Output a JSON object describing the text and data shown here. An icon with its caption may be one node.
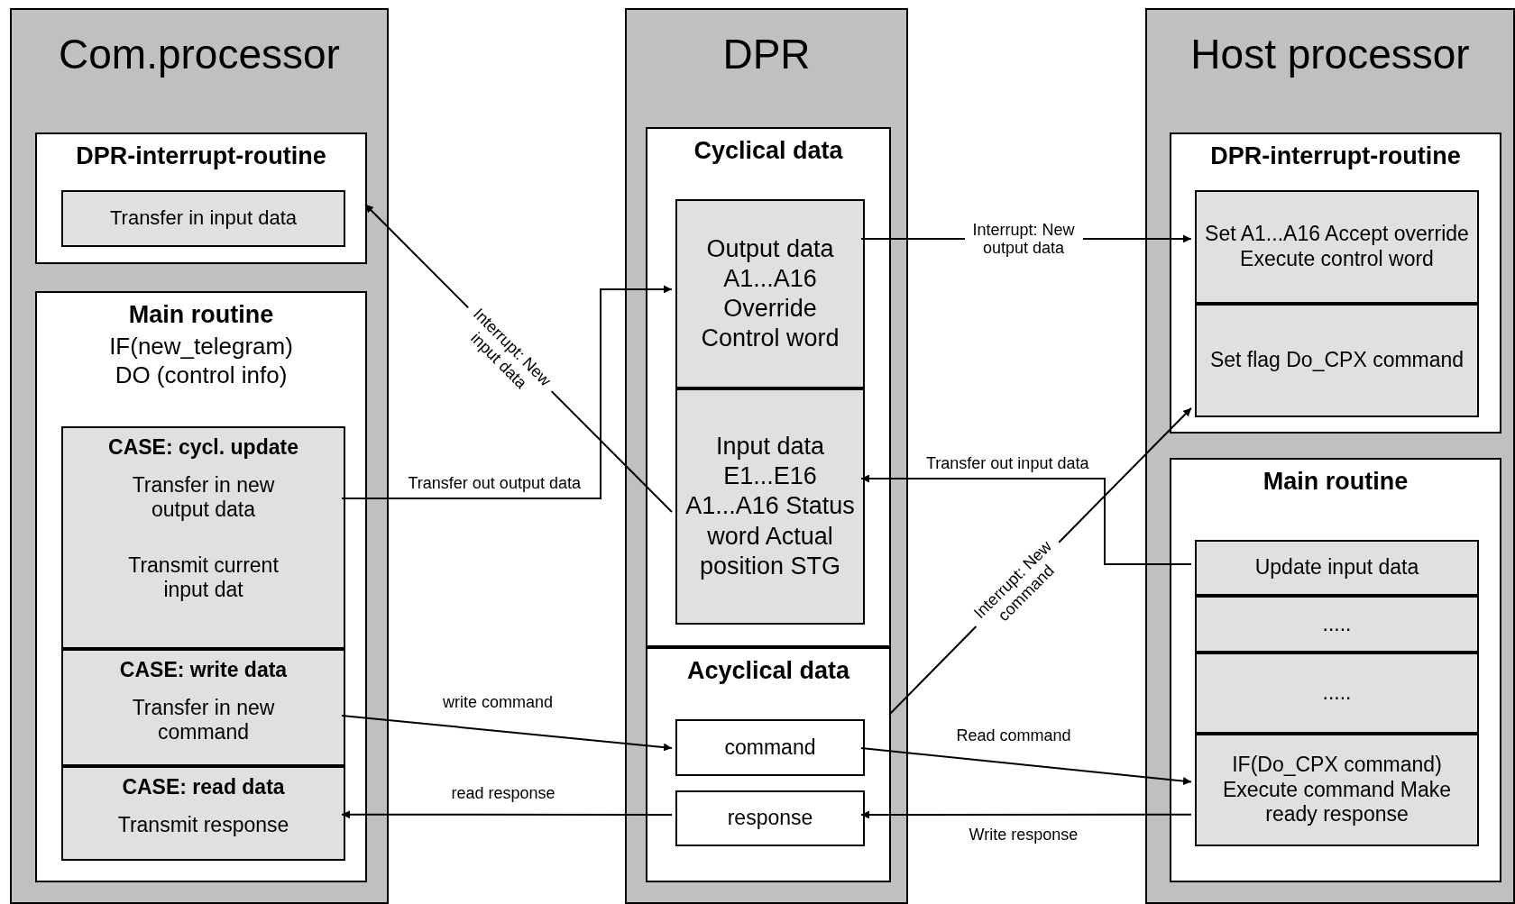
{
  "diagram": {
    "nodes": [
      {
        "text": [
          "Com.processor"
        ]
      },
      {
        "text": [
          "DPR-interrupt-routine"
        ],
        "in": 0
      },
      {
        "text": [
          "Transfer in input data"
        ],
        "in": 1
      },
      {
        "text": [
          "Main routine",
          "IF(new_telegram) DO (control info)"
        ],
        "in": 0
      },
      {
        "text": [
          "CASE: cycl. update",
          "Transfer in new output data",
          "Transmit current input dat"
        ],
        "in": 3
      },
      {
        "text": [
          "CASE: write data",
          "Transfer in new command"
        ],
        "in": 3
      },
      {
        "text": [
          "CASE: read data",
          "Transmit response"
        ],
        "in": 3
      },
      {
        "text": [
          "DPR"
        ]
      },
      {
        "text": [
          "Cyclical data"
        ],
        "in": 7
      },
      {
        "text": [
          "Output data A1...A16 Override Control word"
        ],
        "in": 8
      },
      {
        "text": [
          "Input data E1...E16 A1...A16 Status word Actual position STG"
        ],
        "in": 8
      },
      {
        "text": [
          "Acyclical data"
        ],
        "in": 7
      },
      {
        "text": [
          "command"
        ],
        "in": 11
      },
      {
        "text": [
          "response"
        ],
        "in": 11
      },
      {
        "text": [
          "Host processor"
        ]
      },
      {
        "text": [
          "DPR-interrupt-routine"
        ],
        "in": 14
      },
      {
        "text": [
          "Set A1...A16 Accept override Execute control word"
        ],
        "in": 15
      },
      {
        "text": [
          "Set flag Do_CPX command"
        ],
        "in": 15
      },
      {
        "text": [
          "Main routine"
        ],
        "in": 14
      },
      {
        "text": [
          "Update input data"
        ],
        "in": 18
      },
      {
        "text": [
          "....."
        ],
        "in": 18
      },
      {
        "text": [
          "....."
        ],
        "in": 18
      },
      {
        "text": [
          "IF(Do_CPX command) Execute command Make ready response"
        ],
        "in": 18
      }
    ],
    "edges": [
      {
        "from": 10,
        "to": 1,
        "arrow": "to",
        "label": "Interrupt: New input data"
      },
      {
        "from": 4,
        "to": 9,
        "arrow": "to",
        "label": "Transfer out output data"
      },
      {
        "from": 9,
        "to": 16,
        "arrow": "to",
        "label": "Interrupt: New output data"
      },
      {
        "from": 19,
        "to": 10,
        "arrow": "to",
        "label": "Transfer out input data"
      },
      {
        "from": 11,
        "to": 17,
        "arrow": "to",
        "label": "Interrupt: New command"
      },
      {
        "from": 5,
        "to": 12,
        "arrow": "to",
        "label": "write command"
      },
      {
        "from": 12,
        "to": 22,
        "arrow": "to",
        "label": "Read command"
      },
      {
        "from": 22,
        "to": 13,
        "arrow": "to",
        "label": "Write response"
      },
      {
        "from": 13,
        "to": 6,
        "arrow": "to",
        "label": "read response"
      }
    ]
  }
}
